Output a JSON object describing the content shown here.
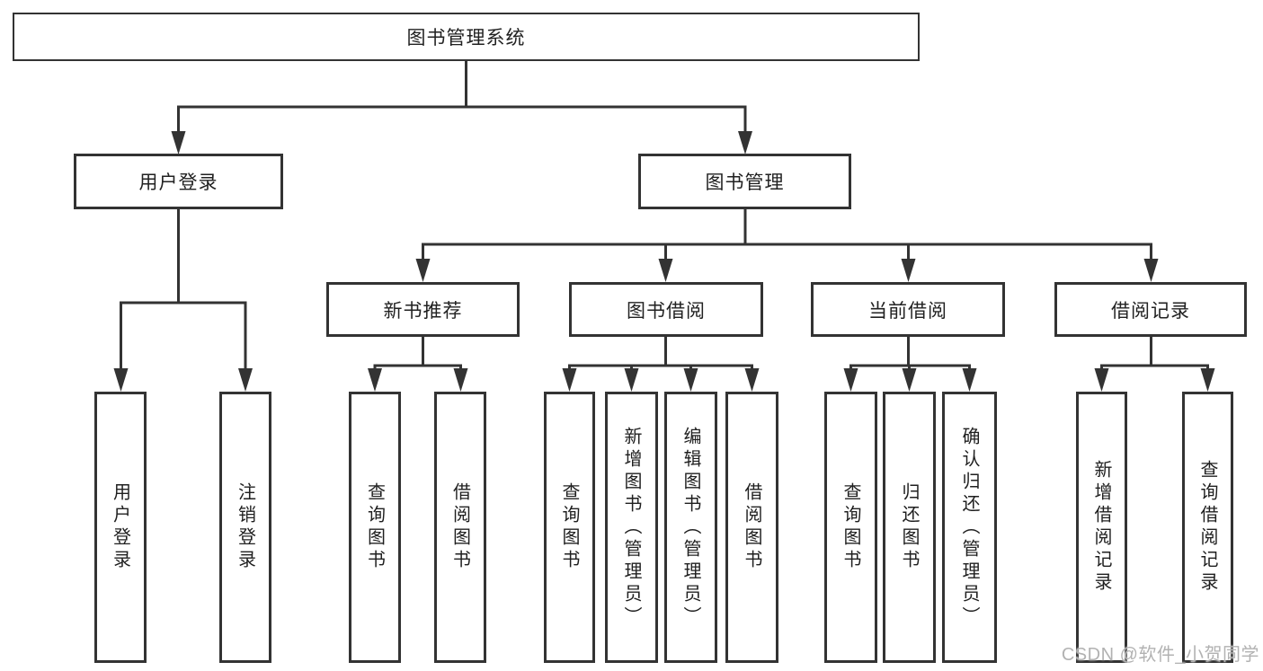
{
  "tree": {
    "root": {
      "label": "图书管理系统"
    },
    "branches": [
      {
        "label": "用户登录",
        "leaves": [
          {
            "label": "用户登录"
          },
          {
            "label": "注销登录"
          }
        ]
      },
      {
        "label": "图书管理",
        "groups": [
          {
            "label": "新书推荐",
            "leaves": [
              {
                "label": "查询图书"
              },
              {
                "label": "借阅图书"
              }
            ]
          },
          {
            "label": "图书借阅",
            "leaves": [
              {
                "label": "查询图书"
              },
              {
                "label": "新增图书（管理员）"
              },
              {
                "label": "编辑图书（管理员）"
              },
              {
                "label": "借阅图书"
              }
            ]
          },
          {
            "label": "当前借阅",
            "leaves": [
              {
                "label": "查询图书"
              },
              {
                "label": "归还图书"
              },
              {
                "label": "确认归还（管理员）"
              }
            ]
          },
          {
            "label": "借阅记录",
            "leaves": [
              {
                "label": "新增借阅记录"
              },
              {
                "label": "查询借阅记录"
              }
            ]
          }
        ]
      }
    ]
  },
  "watermark": {
    "text": "CSDN @软件_小贺同学"
  },
  "colors": {
    "line": "#333333",
    "box_border": "#333333",
    "text": "#1f1f1f",
    "watermark": "#b2b2b2",
    "background": "#ffffff"
  }
}
